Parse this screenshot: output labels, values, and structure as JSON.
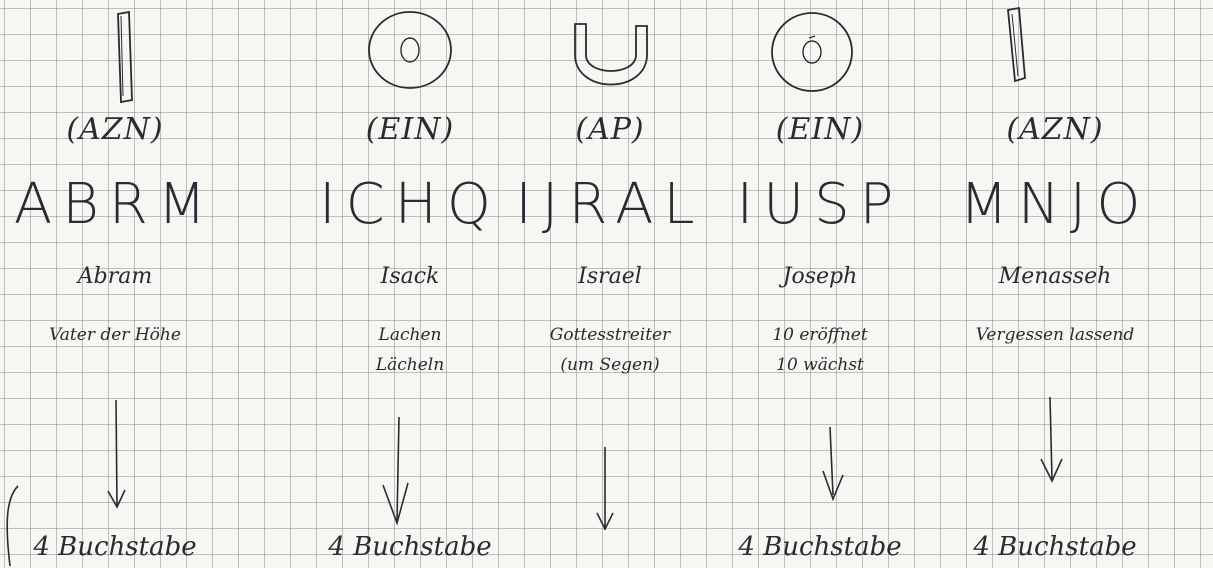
{
  "columns": [
    {
      "id": "abram",
      "symbol": "pillar",
      "symbol_name": "pillar-symbol",
      "class_label": "(AZN)",
      "letters": "ABRM",
      "name": "Abram",
      "meaning_lines": [
        "Vater der Höhe"
      ],
      "arrow": true,
      "note": "4 Buchstabe"
    },
    {
      "id": "isaak",
      "symbol": "ring-dot",
      "symbol_name": "ring-symbol",
      "class_label": "(EIN)",
      "letters": "ICHQ",
      "name": "Isack",
      "meaning_lines": [
        "Lachen",
        "Lächeln"
      ],
      "arrow": true,
      "note": "4 Buchstabe"
    },
    {
      "id": "israel",
      "symbol": "cup",
      "symbol_name": "cup-symbol",
      "class_label": "(AP)",
      "letters": "IJRAL",
      "name": "Israel",
      "meaning_lines": [
        "Gottesstreiter",
        "(um Segen)"
      ],
      "arrow": true,
      "note": ""
    },
    {
      "id": "joseph",
      "symbol": "ring-dot",
      "symbol_name": "ring-symbol",
      "class_label": "(EIN)",
      "letters": "IUSP",
      "name": "Joseph",
      "meaning_lines": [
        "10 eröffnet",
        "10 wächst"
      ],
      "arrow": true,
      "note": "4 Buchstabe"
    },
    {
      "id": "manasseh",
      "symbol": "pillar",
      "symbol_name": "pillar-symbol",
      "class_label": "(AZN)",
      "letters": "MNJO",
      "name": "Menasseh",
      "meaning_lines": [
        "Vergessen lassend"
      ],
      "arrow": true,
      "note": "4 Buchstabe"
    }
  ],
  "colors": {
    "paper": "#f6f7f3",
    "grid": "#7e8f86",
    "ink": "#2a2a32"
  }
}
